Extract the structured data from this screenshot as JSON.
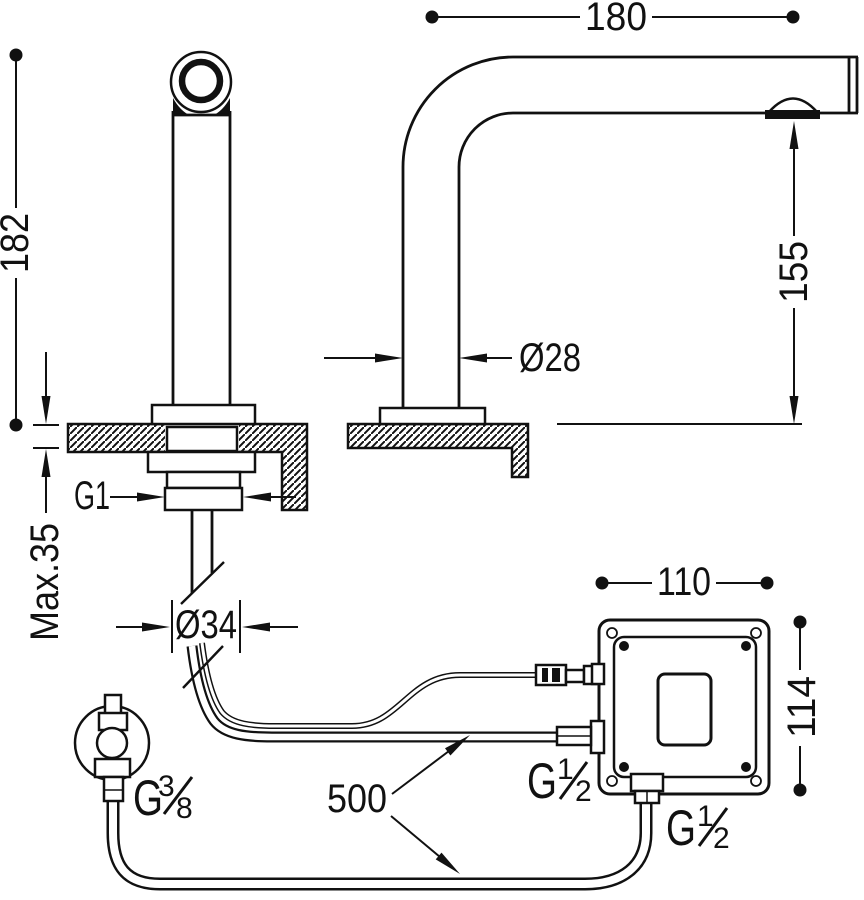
{
  "drawing": {
    "dims": {
      "spout_reach": "180",
      "faucet_height": "182",
      "outlet_height": "155",
      "spout_diameter": "Ø28",
      "shank_thread": "G1",
      "max_deck_thickness": "Max.35",
      "deck_hole_diameter": "Ø34",
      "box_width": "110",
      "box_height": "114",
      "hose_length": "500"
    },
    "threads": {
      "supply_valve": {
        "base": "G",
        "num": "3",
        "den": "8"
      },
      "box_inlet": {
        "base": "G",
        "num": "1",
        "den": "2"
      },
      "box_outlet": {
        "base": "G",
        "num": "1",
        "den": "2"
      }
    },
    "colors": {
      "line": "#111111",
      "background": "#ffffff"
    }
  }
}
